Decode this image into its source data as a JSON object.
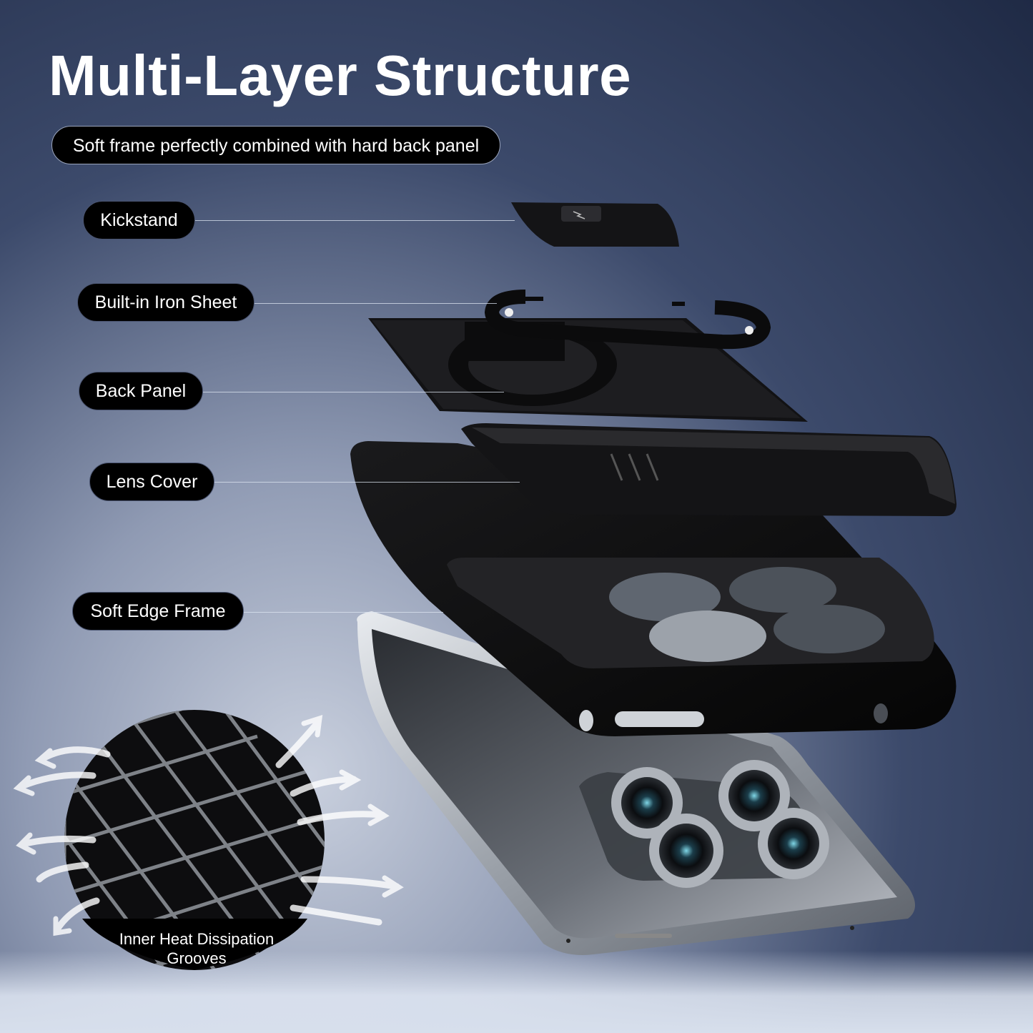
{
  "header": {
    "title": "Multi-Layer Structure",
    "subtitle": "Soft frame perfectly combined with hard back panel"
  },
  "layers": [
    {
      "label": "Kickstand"
    },
    {
      "label": "Built-in Iron Sheet"
    },
    {
      "label": "Back Panel"
    },
    {
      "label": "Lens Cover"
    },
    {
      "label": "Soft Edge Frame"
    }
  ],
  "heat_dissipation": {
    "label_line1": "Inner Heat Dissipation",
    "label_line2": "Grooves"
  },
  "colors": {
    "case_black": "#111111",
    "phone_silver": "#c8ccd2",
    "background_deep": "#1f2a45",
    "accent_white": "#ffffff"
  }
}
